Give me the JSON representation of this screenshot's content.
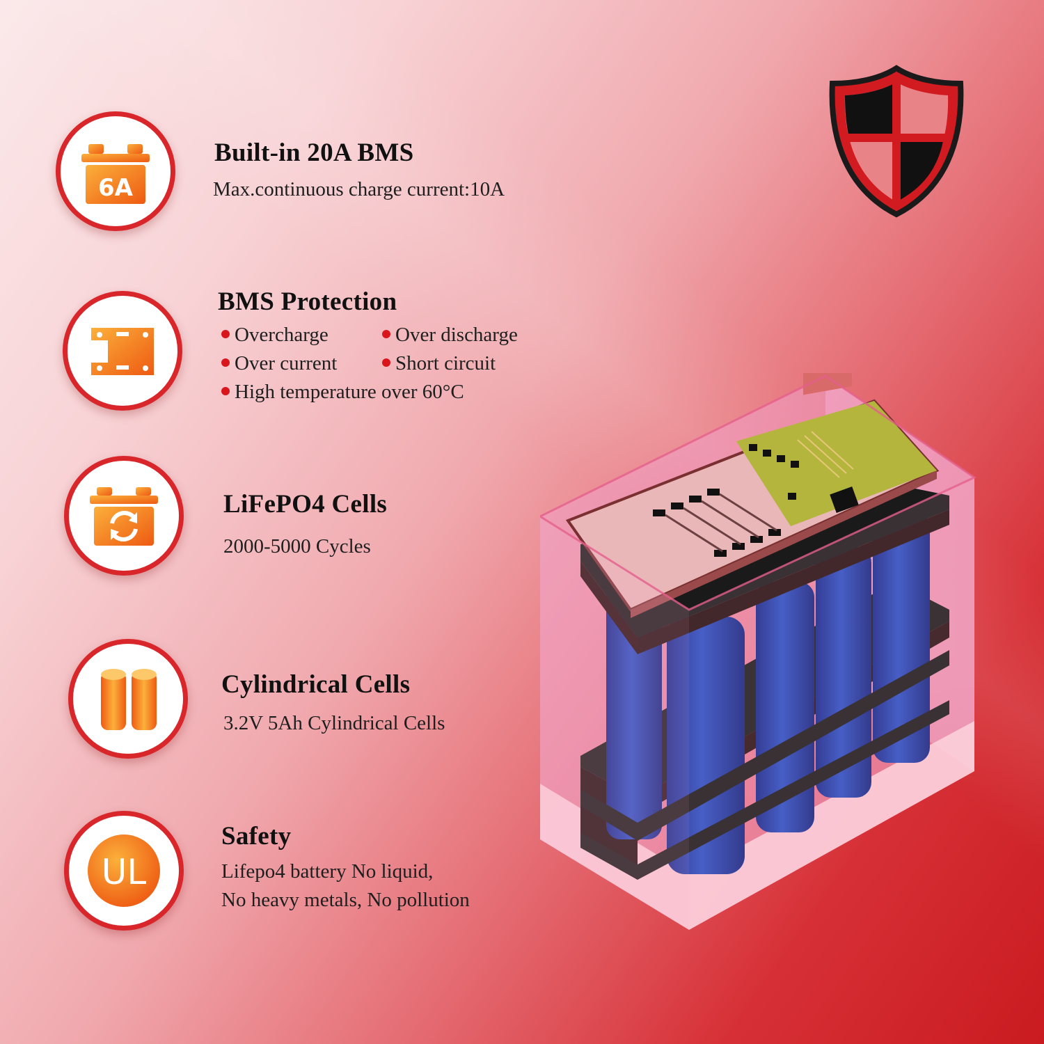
{
  "features": [
    {
      "title": "Built-in 20A BMS",
      "description": "Max.continuous charge current:10A",
      "icon": "battery-6a-icon",
      "icon_text": "6A"
    },
    {
      "title": "BMS Protection",
      "bullets": [
        "Overcharge",
        "Over discharge",
        "Over current",
        "Short circuit",
        "High temperature over 60°C"
      ],
      "icon": "circuit-board-icon"
    },
    {
      "title": "LiFePO4 Cells",
      "description": "2000-5000 Cycles",
      "icon": "battery-recycle-icon"
    },
    {
      "title": "Cylindrical Cells",
      "description": "3.2V  5Ah Cylindrical Cells",
      "icon": "cylindrical-cells-icon"
    },
    {
      "title": "Safety",
      "description_lines": [
        "Lifepo4 battery No liquid,",
        "No heavy metals, No pollution"
      ],
      "icon": "ul-certification-icon",
      "icon_text": "UL"
    }
  ],
  "decor": {
    "shield": "shield-icon",
    "battery": "battery-pack-illustration"
  },
  "colors": {
    "accent_red": "#d8262b",
    "icon_orange": "#f07a1a",
    "cell_blue": "#1f3fa8"
  }
}
